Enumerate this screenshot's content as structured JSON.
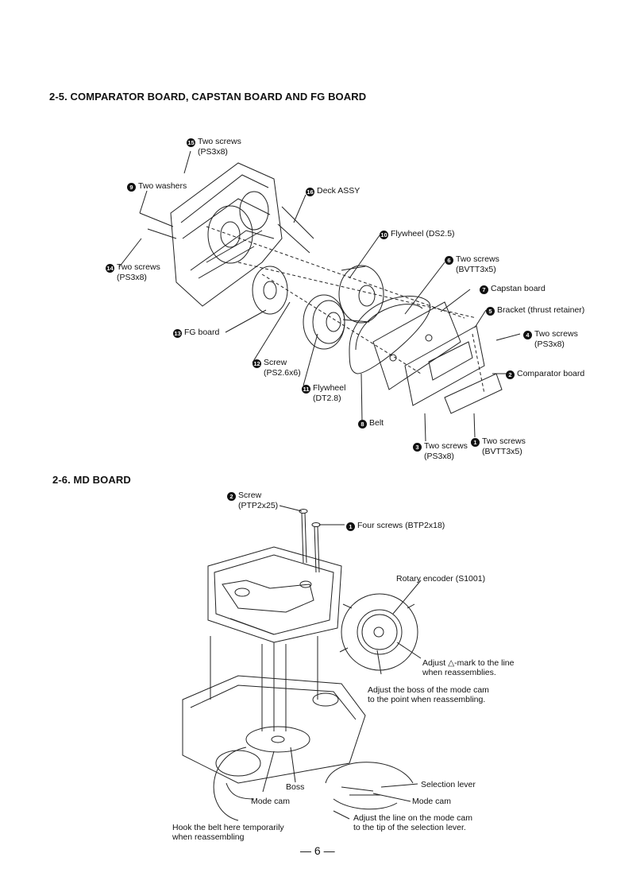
{
  "sections": {
    "s25": {
      "title": "2-5. COMPARATOR BOARD, CAPSTAN BOARD AND FG BOARD"
    },
    "s26": {
      "title": "2-6. MD BOARD"
    }
  },
  "callouts_25": [
    {
      "n": "15",
      "text": "Two screws",
      "sub": "(PS3x8)"
    },
    {
      "n": "9",
      "text": "Two washers",
      "sub": ""
    },
    {
      "n": "16",
      "text": "Deck ASSY",
      "sub": ""
    },
    {
      "n": "10",
      "text": "Flywheel (DS2.5)",
      "sub": ""
    },
    {
      "n": "14",
      "text": "Two screws",
      "sub": "(PS3x8)"
    },
    {
      "n": "6",
      "text": "Two screws",
      "sub": "(BVTT3x5)"
    },
    {
      "n": "7",
      "text": "Capstan board",
      "sub": ""
    },
    {
      "n": "5",
      "text": "Bracket (thrust retainer)",
      "sub": ""
    },
    {
      "n": "13",
      "text": "FG board",
      "sub": ""
    },
    {
      "n": "4",
      "text": "Two screws",
      "sub": "(PS3x8)"
    },
    {
      "n": "12",
      "text": "Screw",
      "sub": "(PS2.6x6)"
    },
    {
      "n": "2",
      "text": "Comparator board",
      "sub": ""
    },
    {
      "n": "11",
      "text": "Flywheel",
      "sub": "(DT2.8)"
    },
    {
      "n": "8",
      "text": "Belt",
      "sub": ""
    },
    {
      "n": "3",
      "text": "Two screws",
      "sub": "(PS3x8)"
    },
    {
      "n": "1",
      "text": "Two screws",
      "sub": "(BVTT3x5)"
    }
  ],
  "callouts_26": {
    "screw": {
      "n": "2",
      "text": "Screw",
      "sub": "(PTP2x25)"
    },
    "four": {
      "n": "1",
      "text": "Four screws (BTP2x18)"
    },
    "rotary": "Rotary encoder (S1001)",
    "adjust_mark": "Adjust △-mark to the line",
    "adjust_mark2": "when reassemblies.",
    "adjust_boss": "Adjust the boss of the mode cam",
    "adjust_boss2": "to the point when reassembling.",
    "selection": "Selection lever",
    "modecam_r": "Mode cam",
    "boss": "Boss",
    "modecam_l": "Mode cam",
    "hook1": "Hook the belt here temporarily",
    "hook2": "when reassembling",
    "adjust_line1": "Adjust the line on the mode cam",
    "adjust_line2": "to the tip of the selection lever."
  },
  "page_number": "— 6 —"
}
